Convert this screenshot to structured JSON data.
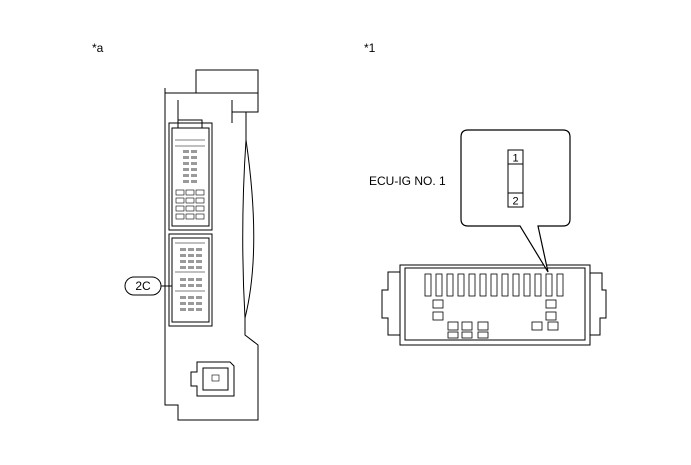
{
  "labels": {
    "view_a": "*a",
    "view_1": "*1",
    "connector_code": "2C",
    "fuse_name": "ECU-IG NO. 1",
    "terminal_1": "1",
    "terminal_2": "2"
  }
}
